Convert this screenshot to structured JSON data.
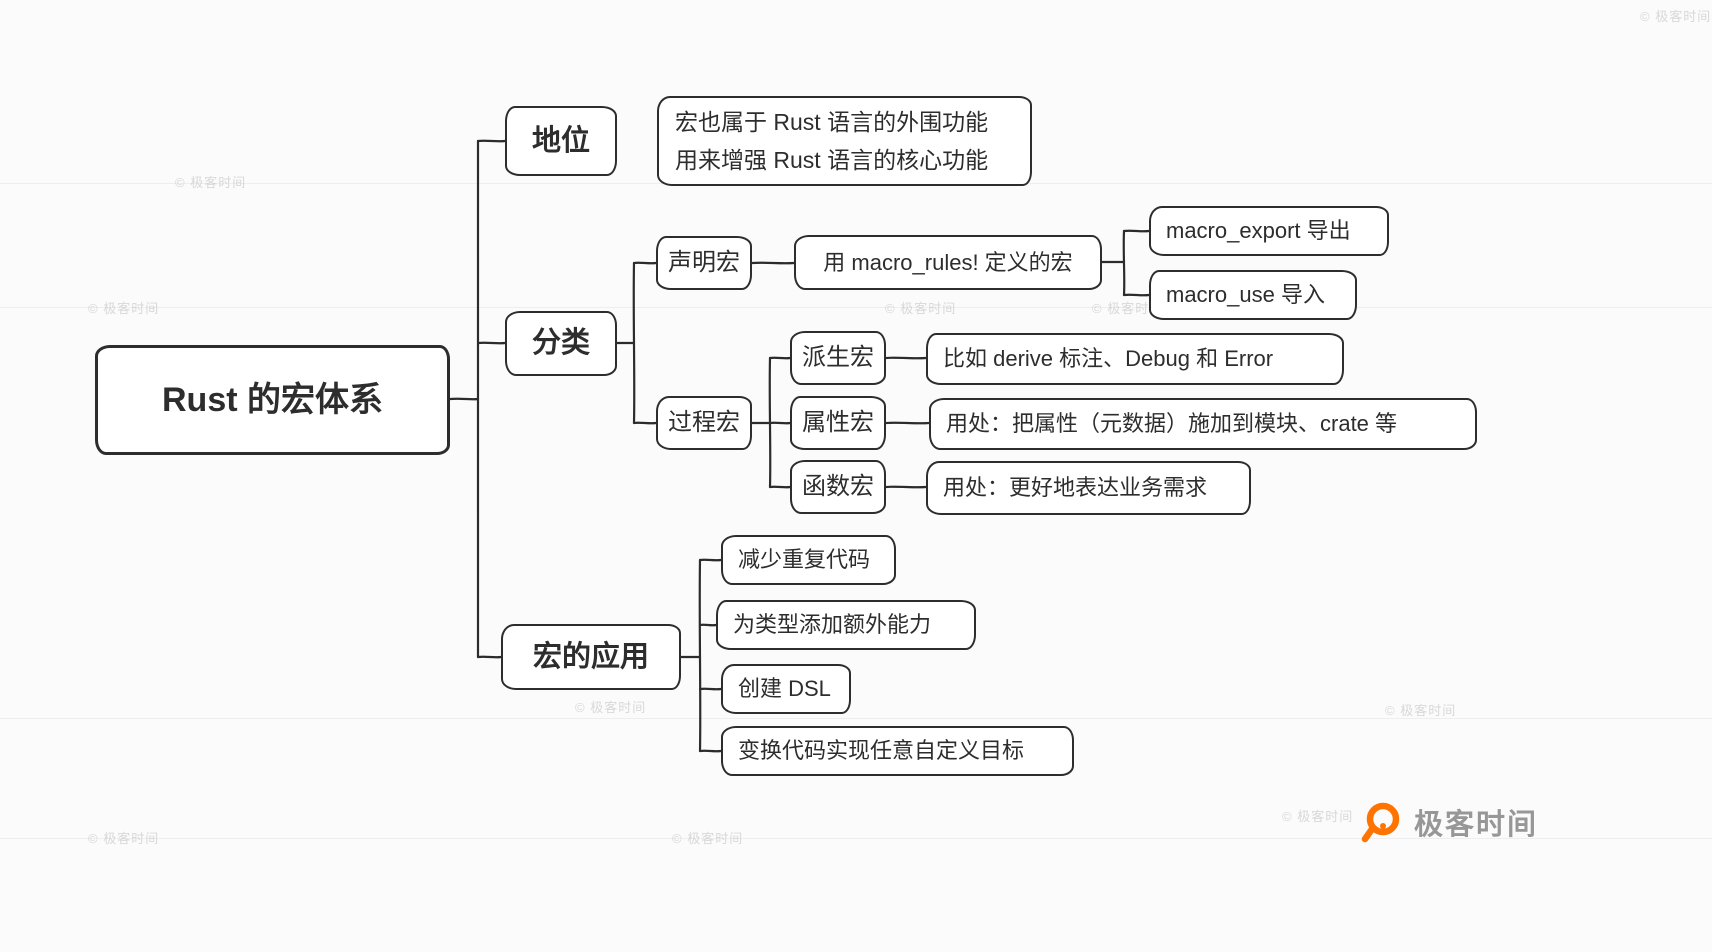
{
  "diagram": {
    "root": {
      "label": "Rust 的宏体系"
    },
    "branches": [
      {
        "label": "地位",
        "children": [
          {
            "line1": "宏也属于 Rust 语言的外围功能",
            "line2": "用来增强 Rust 语言的核心功能"
          }
        ]
      },
      {
        "label": "分类",
        "children": [
          {
            "label": "声明宏",
            "children": [
              {
                "label": "用 macro_rules! 定义的宏",
                "children": [
                  {
                    "label": "macro_export 导出"
                  },
                  {
                    "label": "macro_use 导入"
                  }
                ]
              }
            ]
          },
          {
            "label": "过程宏",
            "children": [
              {
                "label": "派生宏",
                "children": [
                  {
                    "label": "比如 derive 标注、Debug 和 Error"
                  }
                ]
              },
              {
                "label": "属性宏",
                "children": [
                  {
                    "label": "用处：把属性（元数据）施加到模块、crate 等"
                  }
                ]
              },
              {
                "label": "函数宏",
                "children": [
                  {
                    "label": "用处：更好地表达业务需求"
                  }
                ]
              }
            ]
          }
        ]
      },
      {
        "label": "宏的应用",
        "children": [
          {
            "label": "减少重复代码"
          },
          {
            "label": "为类型添加额外能力"
          },
          {
            "label": "创建 DSL"
          },
          {
            "label": "变换代码实现任意自定义目标"
          }
        ]
      }
    ]
  },
  "watermark": {
    "text": "© 极客时间"
  },
  "brand": {
    "name": "极客时间"
  },
  "colors": {
    "ink": "#2d2d2d",
    "background": "#fbfbfb",
    "brand_orange": "#ff7300",
    "brand_gray": "#979797"
  }
}
